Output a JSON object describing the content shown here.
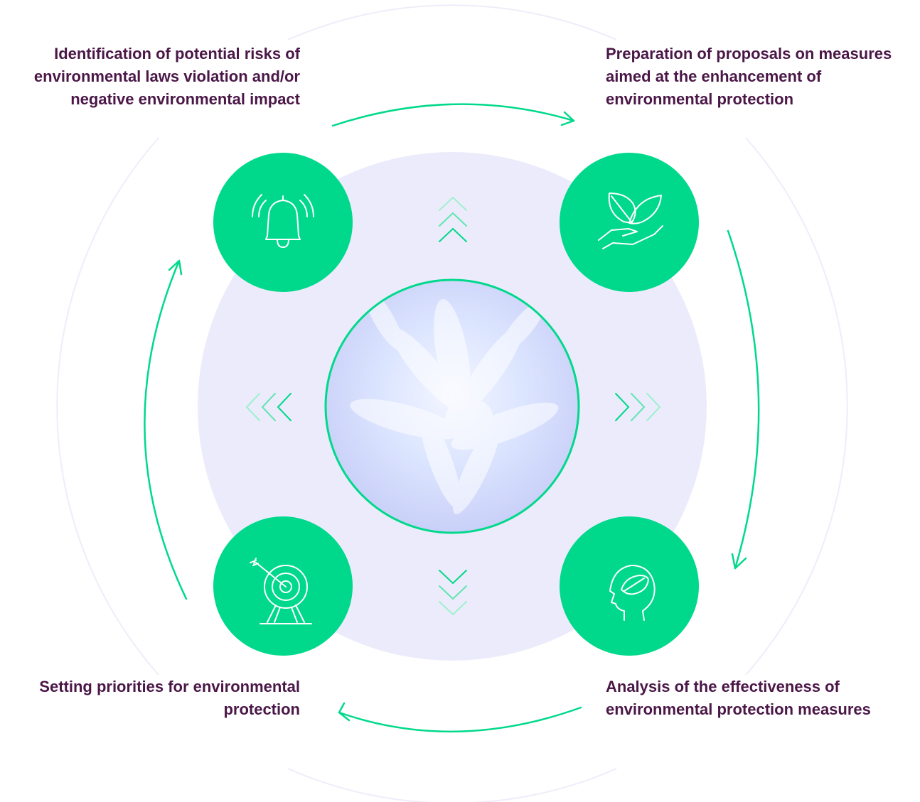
{
  "steps": [
    {
      "id": "top-left",
      "label": "Identification of potential risks of environmental laws violation and/or negative environmental impact",
      "icon": "alarm-bell-icon"
    },
    {
      "id": "top-right",
      "label": "Preparation of proposals on measures aimed at the enhancement of environmental protection",
      "icon": "hand-leaf-icon"
    },
    {
      "id": "bottom-right",
      "label": "Analysis of the effectiveness of environmental protection measures",
      "icon": "head-leaf-icon"
    },
    {
      "id": "bottom-left",
      "label": "Setting priorities for environmental protection",
      "icon": "target-arrow-icon"
    }
  ],
  "center": {
    "icon": "flower-photo"
  },
  "colors": {
    "accent": "#00d98b",
    "text": "#4a1747",
    "backdrop": "#ecebfb",
    "outer_ring": "#eeedfa"
  }
}
